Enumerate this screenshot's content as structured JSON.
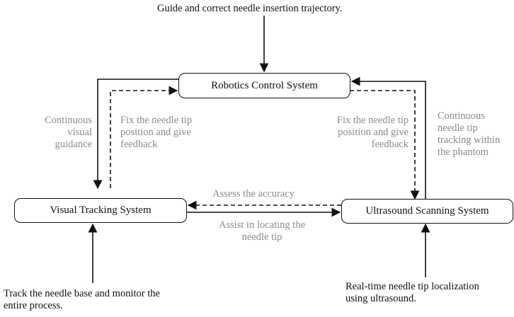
{
  "nodes": {
    "robotics": "Robotics Control System",
    "visual": "Visual Tracking System",
    "ultrasound": "Ultrasound Scanning System"
  },
  "annotations": {
    "top_input": "Guide and correct needle insertion trajectory.",
    "continuous_visual_guidance": [
      "Continuous",
      "visual",
      "guidance"
    ],
    "fix_tip_left": [
      "Fix the needle tip",
      "position and give",
      "feedback"
    ],
    "fix_tip_right": [
      "Fix the needle tip",
      "position and give",
      "feedback"
    ],
    "continuous_tip_tracking": [
      "Continuous",
      "needle tip",
      "tracking within",
      "the phantom"
    ],
    "assess_accuracy": "Assess the accuracy",
    "assist_locating": [
      "Assist in locating the",
      "needle tip"
    ],
    "track_base": [
      "Track the needle base and monitor the",
      "entire process."
    ],
    "realtime_localization": [
      "Real-time needle tip localization",
      "using ultrasound."
    ]
  },
  "colors": {
    "line": "#111111",
    "annotation_gray": "#8a8a8a"
  }
}
